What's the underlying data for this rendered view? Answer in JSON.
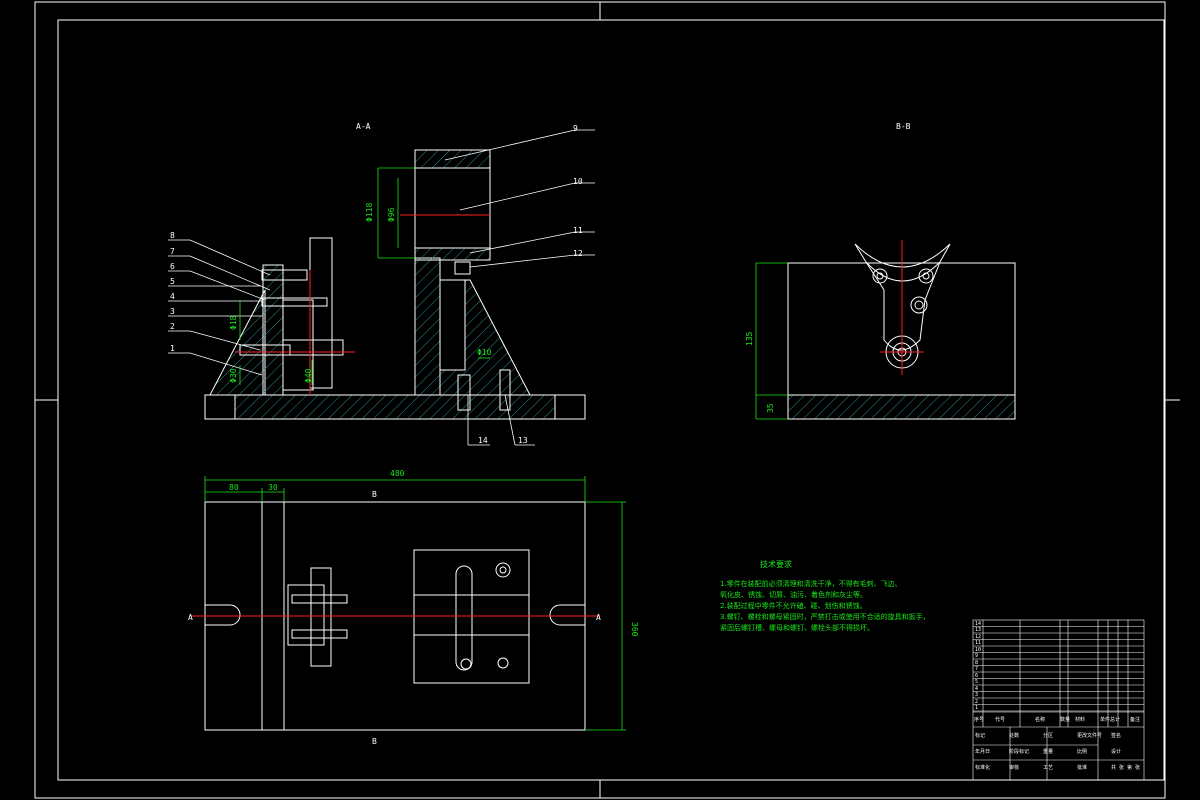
{
  "views": {
    "section_aa": "A-A",
    "section_bb": "B-B"
  },
  "part_labels": [
    "9",
    "10",
    "11",
    "12",
    "8",
    "7",
    "6",
    "5",
    "4",
    "3",
    "2",
    "1",
    "14",
    "13"
  ],
  "dimensions": {
    "overall_length": "480",
    "left_offset_a": "80",
    "left_offset_b": "30",
    "width": "360",
    "bb_height": "135",
    "bb_base": "35",
    "bore_a": "Φ118",
    "bore_b": "Φ96",
    "side_a": "Φ18",
    "side_b": "Φ30",
    "side_c": "Φ40",
    "pin": "Φ10",
    "plan_mark_a": "A",
    "plan_mark_b": "B"
  },
  "tech_notes": {
    "title": "技术要求",
    "lines": [
      "1.零件在装配前必须清理和清洗干净，不得有毛刺、飞边、",
      "氧化皮、锈蚀、切屑、油污、着色剂和灰尘等。",
      "2.装配过程中零件不允许磕、碰、划伤和锈蚀。",
      "3.螺钉、螺栓和螺母紧固时，严禁打击或使用不合适的旋具和扳手，",
      "紧固后螺钉槽、螺母和螺钉、螺栓头部不得损坏。"
    ]
  },
  "title_block": {
    "rows": [
      "14",
      "13",
      "12",
      "11",
      "10",
      "9",
      "8",
      "7",
      "6",
      "5",
      "4",
      "3",
      "2",
      "1"
    ],
    "header": [
      "序号",
      "代号",
      "名称",
      "数量",
      "材料",
      "单件",
      "总计",
      "备注"
    ],
    "footer": [
      "标记",
      "处数",
      "分区",
      "更改文件号",
      "签名",
      "年月日",
      "阶段标记",
      "重量",
      "比例",
      "设计",
      "标准化",
      "审核",
      "工艺",
      "批准",
      "共 张 第 张"
    ]
  },
  "colors": {
    "background": "#000000",
    "line": "#ffffff",
    "dimension": "#19e619",
    "centerline": "#ff2020",
    "hatch": "#2a8a8a"
  }
}
